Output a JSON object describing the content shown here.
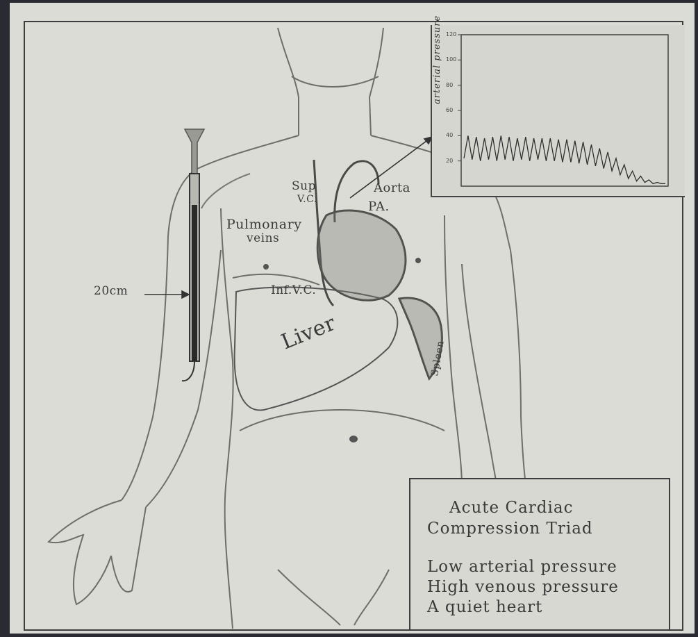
{
  "diagram": {
    "labels": {
      "sup_vc_1": "Sup",
      "sup_vc_2": "V.C.",
      "aorta": "Aorta",
      "pa": "PA.",
      "pulmonary_1": "Pulmonary",
      "pulmonary_2": "veins",
      "inf_vc": "Inf.V.C.",
      "liver": "Liver",
      "spleen": "Spleen",
      "measure": "20cm"
    }
  },
  "graph": {
    "ylabel": "arterial pressure",
    "yticks": [
      "120",
      "100",
      "80",
      "60",
      "40",
      "20"
    ]
  },
  "chart_data": {
    "type": "line",
    "title": "",
    "xlabel": "",
    "ylabel": "arterial pressure",
    "ylim": [
      0,
      120
    ],
    "yticks": [
      120,
      100,
      80,
      60,
      40,
      20
    ],
    "series": [
      {
        "values": [
          22,
          40,
          21,
          39,
          20,
          38,
          21,
          39,
          20,
          40,
          21,
          39,
          20,
          38,
          21,
          39,
          20,
          38,
          21,
          38,
          20,
          38,
          20,
          37,
          19,
          37,
          19,
          36,
          18,
          35,
          17,
          33,
          16,
          30,
          14,
          27,
          12,
          22,
          9,
          17,
          6,
          12,
          4,
          8,
          3,
          5,
          2,
          3,
          2,
          2
        ]
      }
    ]
  },
  "triad": {
    "heading_1": "Acute  Cardiac",
    "heading_2": "Compression  Triad",
    "item_1": "Low arterial pressure",
    "item_2": "High venous pressure",
    "item_3": "A quiet heart"
  },
  "colors": {
    "paper": "#dcdcd6",
    "ink": "#3a3a3a",
    "skin_shade": "#c4c4be"
  }
}
